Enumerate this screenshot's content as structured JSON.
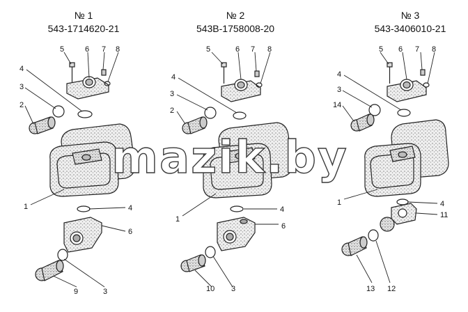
{
  "assemblies": [
    {
      "number": "№ 1",
      "part_no": "543-1714620-21",
      "callouts": [
        "5",
        "6",
        "7",
        "8",
        "4",
        "3",
        "2",
        "1",
        "4",
        "6",
        "9",
        "3"
      ]
    },
    {
      "number": "№ 2",
      "part_no": "543В-1758008-20",
      "callouts": [
        "5",
        "6",
        "7",
        "8",
        "4",
        "3",
        "2",
        "1",
        "4",
        "6",
        "10",
        "3"
      ]
    },
    {
      "number": "№ 3",
      "part_no": "543-3406010-21",
      "callouts": [
        "5",
        "6",
        "7",
        "8",
        "4",
        "3",
        "14",
        "1",
        "4",
        "11",
        "13",
        "12"
      ]
    }
  ],
  "watermark": "mazik.by",
  "colors": {
    "ink": "#222222",
    "paper": "#ffffff",
    "stipple": "#9a9a9a"
  }
}
